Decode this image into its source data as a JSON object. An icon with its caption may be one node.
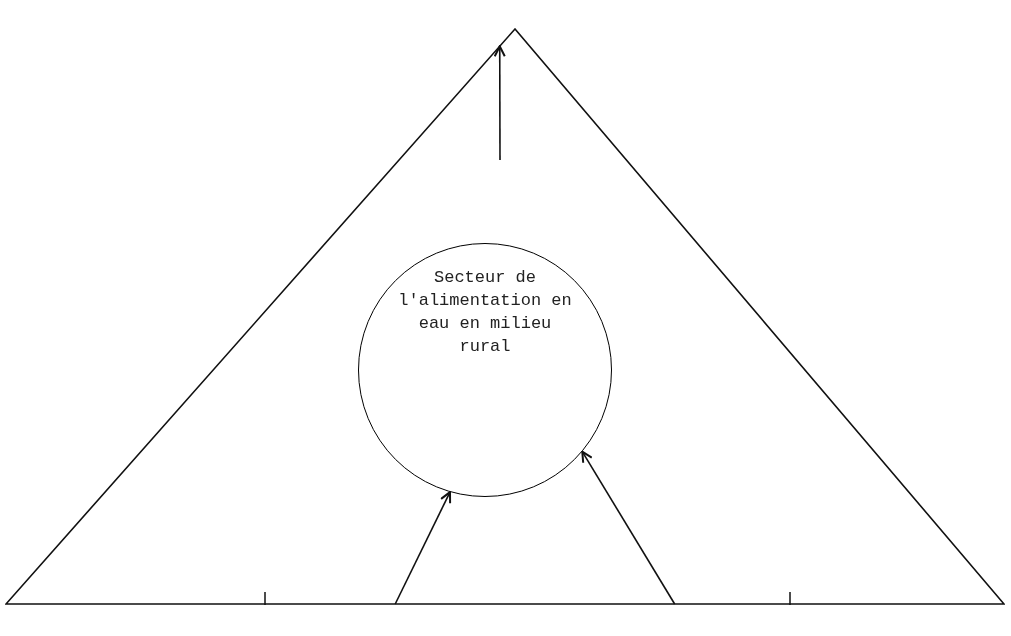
{
  "diagram": {
    "nodes": [
      {
        "text": [],
        "shape": "triangle"
      },
      {
        "text": [
          "Secteur de l'alimentation en eau en milieu rural"
        ],
        "in": 0
      }
    ],
    "edges": [
      {
        "from": null,
        "to": 0,
        "arrow": "to"
      },
      {
        "from": 0,
        "to": 1,
        "arrow": "to"
      },
      {
        "from": 0,
        "to": 1,
        "arrow": "to"
      }
    ]
  }
}
